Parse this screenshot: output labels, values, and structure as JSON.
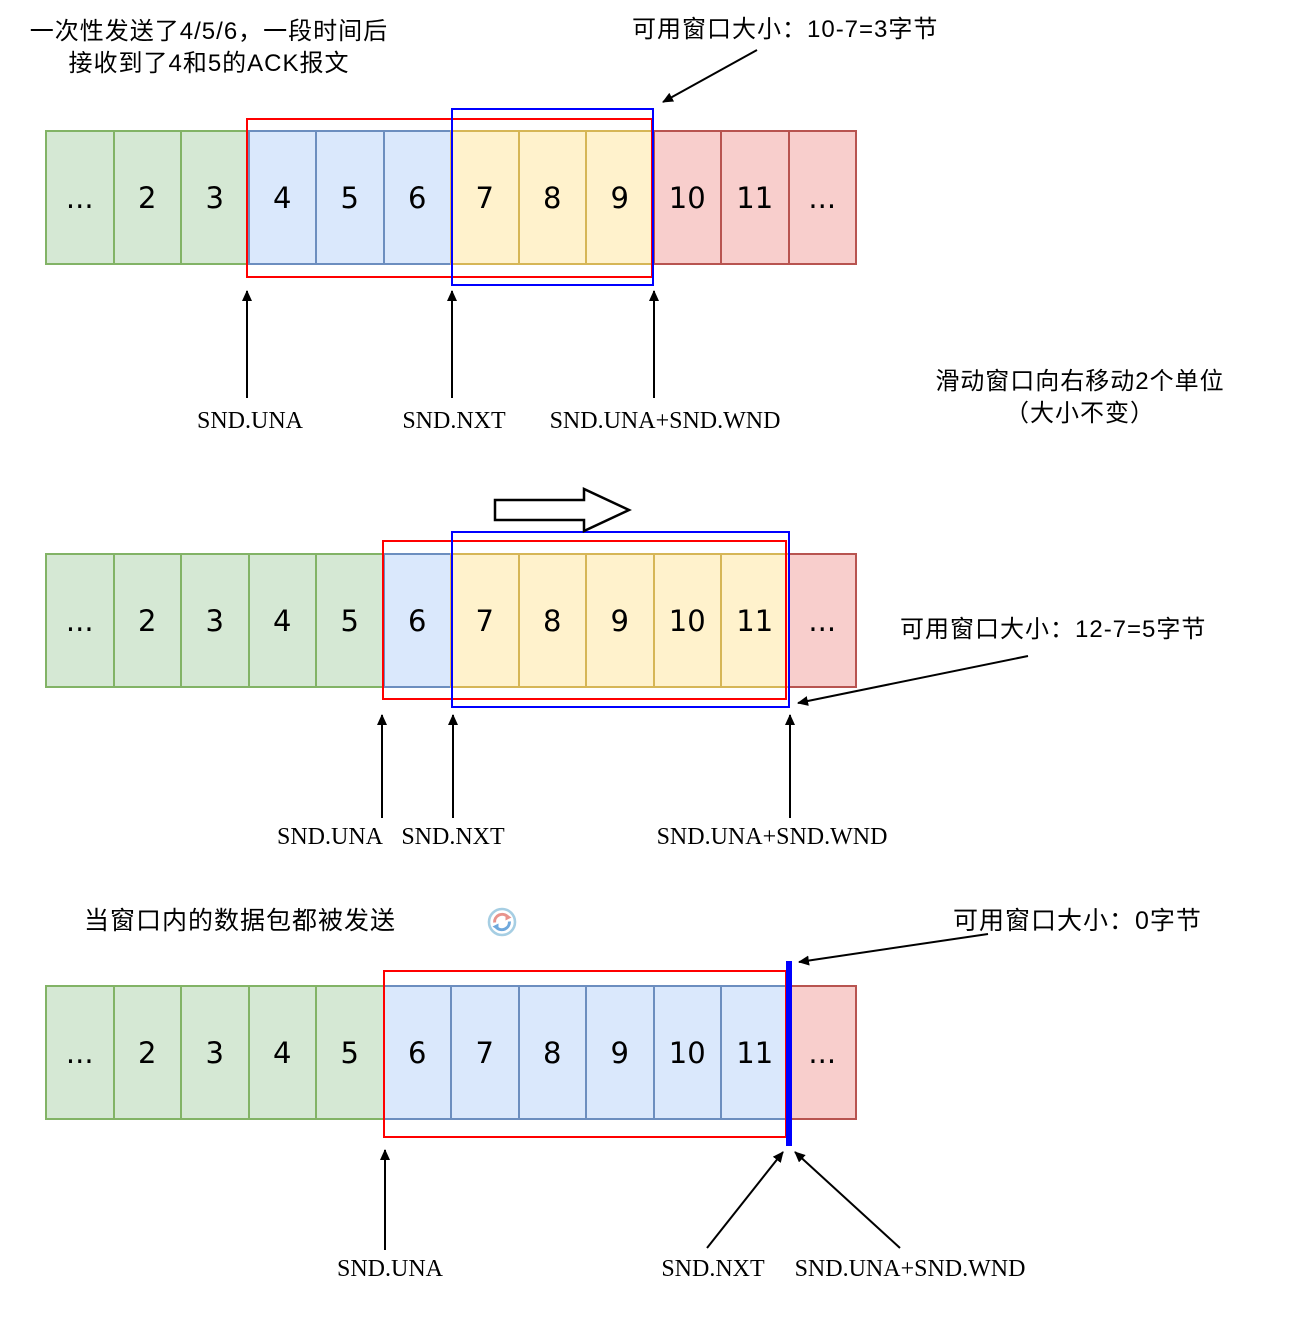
{
  "colors": {
    "green_fill": "#d5e8d4",
    "green_border": "#82b366",
    "blue_fill": "#dae8fc",
    "blue_border": "#6c8ebf",
    "yellow_fill": "#fff2cc",
    "yellow_border": "#d6b656",
    "red_fill": "#f8cecc",
    "red_border": "#b85450",
    "send_window_outline": "#ff0000",
    "usable_window_outline": "#0000ff",
    "arrow_color": "#000000",
    "spinner_ring": "#a6cee3",
    "spinner_red_arc": "#e8938c",
    "spinner_blue_arc": "#6fa8dc"
  },
  "section1": {
    "note_line1": "一次性发送了4/5/6，一段时间后",
    "note_line2": "接收到了4和5的ACK报文",
    "usable_annotation": "可用窗口大小：10-7=3字节",
    "side_note_line1": "滑动窗口向右移动2个单位",
    "side_note_line2": "（大小不变）",
    "pointer_una": "SND.UNA",
    "pointer_nxt": "SND.NXT",
    "pointer_una_wnd": "SND.UNA+SND.WND"
  },
  "section2": {
    "usable_annotation": "可用窗口大小：12-7=5字节",
    "pointer_una": "SND.UNA",
    "pointer_nxt": "SND.NXT",
    "pointer_una_wnd": "SND.UNA+SND.WND"
  },
  "section3": {
    "header": "当窗口内的数据包都被发送",
    "usable_annotation": "可用窗口大小：0字节",
    "pointer_una": "SND.UNA",
    "pointer_nxt": "SND.NXT",
    "pointer_una_wnd": "SND.UNA+SND.WND"
  },
  "rows": {
    "row1": [
      {
        "v": "...",
        "c": "green"
      },
      {
        "v": "2",
        "c": "green"
      },
      {
        "v": "3",
        "c": "green"
      },
      {
        "v": "4",
        "c": "blue"
      },
      {
        "v": "5",
        "c": "blue"
      },
      {
        "v": "6",
        "c": "blue"
      },
      {
        "v": "7",
        "c": "yellow"
      },
      {
        "v": "8",
        "c": "yellow"
      },
      {
        "v": "9",
        "c": "yellow"
      },
      {
        "v": "10",
        "c": "red"
      },
      {
        "v": "11",
        "c": "red"
      },
      {
        "v": "...",
        "c": "red"
      }
    ],
    "row2": [
      {
        "v": "...",
        "c": "green"
      },
      {
        "v": "2",
        "c": "green"
      },
      {
        "v": "3",
        "c": "green"
      },
      {
        "v": "4",
        "c": "green"
      },
      {
        "v": "5",
        "c": "green"
      },
      {
        "v": "6",
        "c": "blue"
      },
      {
        "v": "7",
        "c": "yellow"
      },
      {
        "v": "8",
        "c": "yellow"
      },
      {
        "v": "9",
        "c": "yellow"
      },
      {
        "v": "10",
        "c": "yellow"
      },
      {
        "v": "11",
        "c": "yellow"
      },
      {
        "v": "...",
        "c": "red"
      }
    ],
    "row3": [
      {
        "v": "...",
        "c": "green"
      },
      {
        "v": "2",
        "c": "green"
      },
      {
        "v": "3",
        "c": "green"
      },
      {
        "v": "4",
        "c": "green"
      },
      {
        "v": "5",
        "c": "green"
      },
      {
        "v": "6",
        "c": "blue"
      },
      {
        "v": "7",
        "c": "blue"
      },
      {
        "v": "8",
        "c": "blue"
      },
      {
        "v": "9",
        "c": "blue"
      },
      {
        "v": "10",
        "c": "blue"
      },
      {
        "v": "11",
        "c": "blue"
      },
      {
        "v": "...",
        "c": "red"
      }
    ]
  }
}
